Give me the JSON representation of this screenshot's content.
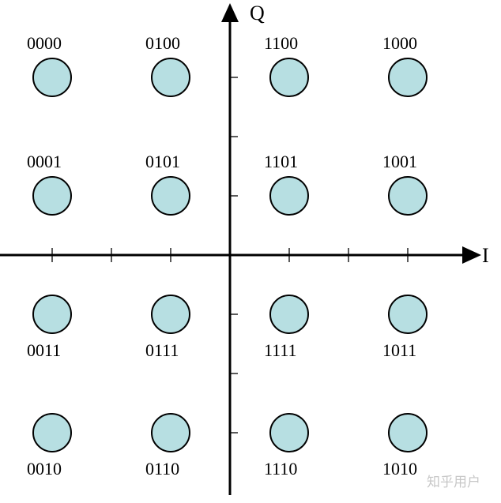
{
  "axes": {
    "x_label": "I",
    "y_label": "Q"
  },
  "constellation": {
    "points": [
      {
        "i": -3,
        "q": 3,
        "bits": "0000"
      },
      {
        "i": -1,
        "q": 3,
        "bits": "0100"
      },
      {
        "i": 1,
        "q": 3,
        "bits": "1100"
      },
      {
        "i": 3,
        "q": 3,
        "bits": "1000"
      },
      {
        "i": -3,
        "q": 1,
        "bits": "0001"
      },
      {
        "i": -1,
        "q": 1,
        "bits": "0101"
      },
      {
        "i": 1,
        "q": 1,
        "bits": "1101"
      },
      {
        "i": 3,
        "q": 1,
        "bits": "1001"
      },
      {
        "i": -3,
        "q": -1,
        "bits": "0011"
      },
      {
        "i": -1,
        "q": -1,
        "bits": "0111"
      },
      {
        "i": 1,
        "q": -1,
        "bits": "1111"
      },
      {
        "i": 3,
        "q": -1,
        "bits": "1011"
      },
      {
        "i": -3,
        "q": -3,
        "bits": "0010"
      },
      {
        "i": -1,
        "q": -3,
        "bits": "0110"
      },
      {
        "i": 1,
        "q": -3,
        "bits": "1110"
      },
      {
        "i": 3,
        "q": -3,
        "bits": "1010"
      }
    ],
    "point_color": "#b7dfe2"
  },
  "watermark": "知乎用户"
}
